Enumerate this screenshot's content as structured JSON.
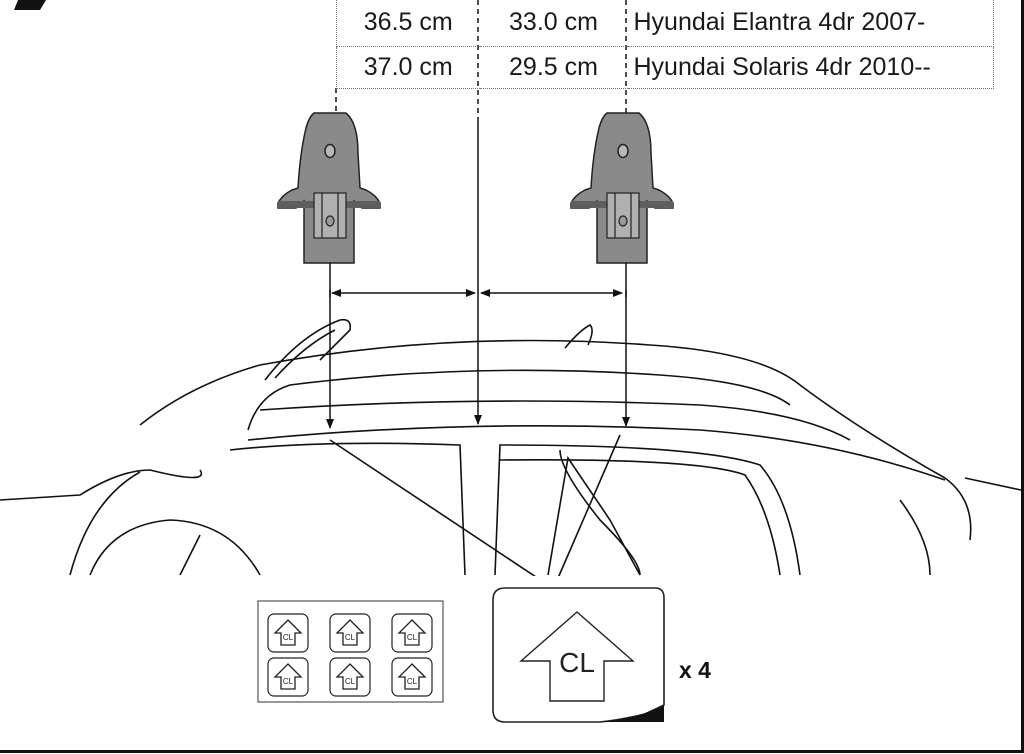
{
  "fit_table": {
    "rows": [
      {
        "measure_a": "36.5 cm",
        "measure_b": "33.0 cm",
        "vehicle": "Hyundai Elantra 4dr 2007-"
      },
      {
        "measure_a": "37.0 cm",
        "measure_b": "29.5 cm",
        "vehicle": "Hyundai Solaris 4dr 2010--"
      }
    ]
  },
  "sticker_label": "CL",
  "quantity_label": "x 4",
  "colors": {
    "line": "#111111",
    "foot_grey": "#8a8a8a",
    "foot_dark": "#5e5e5e",
    "panel_tint": "#f2f2f2"
  }
}
